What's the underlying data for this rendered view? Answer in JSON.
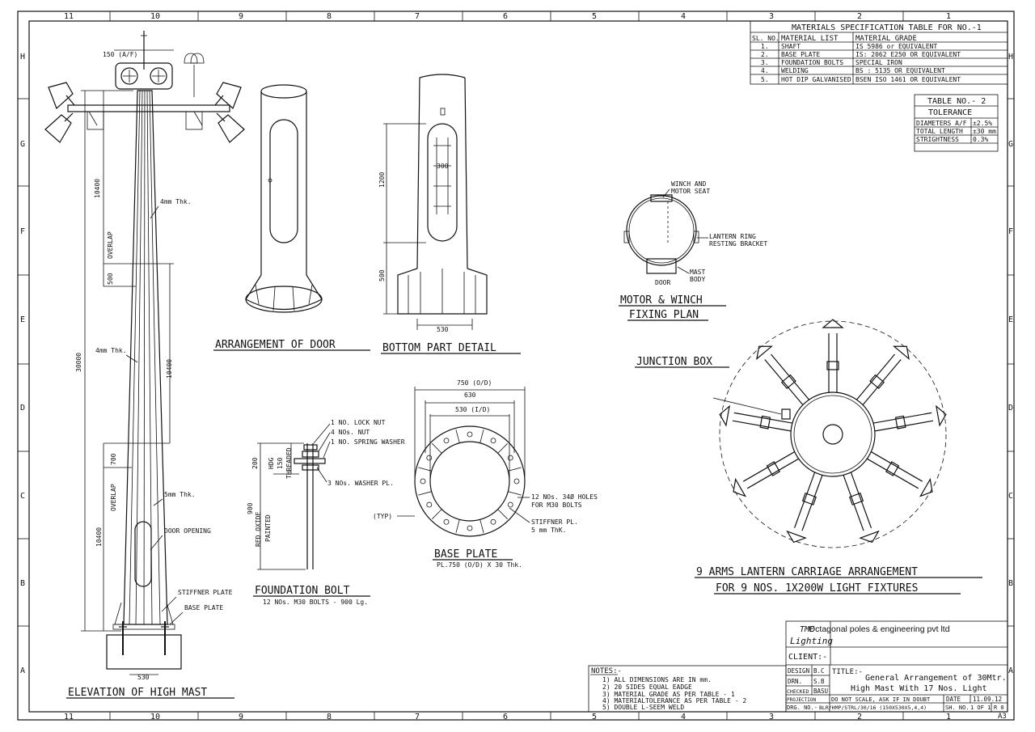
{
  "frame": {
    "columns": [
      "11",
      "10",
      "9",
      "8",
      "7",
      "6",
      "5",
      "4",
      "3",
      "2",
      "1"
    ],
    "rows": [
      "H",
      "G",
      "F",
      "E",
      "D",
      "C",
      "B",
      "A"
    ],
    "sheet_size": "A3"
  },
  "materials_table": {
    "title": "MATERIALS SPECIFICATION TABLE FOR NO.-1",
    "headers": [
      "SL. NO.",
      "MATERIAL LIST",
      "MATERIAL GRADE"
    ],
    "rows": [
      [
        "1.",
        "SHAFT",
        "IS 5986 or EQUIVALENT"
      ],
      [
        "2.",
        "BASE PLATE",
        "IS: 2062 E250 OR EQUIVALENT"
      ],
      [
        "3.",
        "FOUNDATION BOLTS",
        "SPECIAL IRON"
      ],
      [
        "4.",
        "WELDING",
        "BS : 5135 OR EQUIVALENT"
      ],
      [
        "5.",
        "HOT DIP GALVANISED",
        "BSEN ISO 1461 OR EQUIVALENT"
      ]
    ]
  },
  "tolerance_table": {
    "title": "TABLE NO.- 2",
    "subtitle": "TOLERANCE",
    "rows": [
      [
        "DIAMETERS A/F",
        "±2.5%"
      ],
      [
        "TOTAL LENGTH",
        "±30 mm"
      ],
      [
        "STRIGHTNESS",
        "0.3%"
      ]
    ]
  },
  "elevation": {
    "label": "ELEVATION OF HIGH MAST",
    "top_size": "150 (A/F)",
    "dims": [
      "10400",
      "OVERLAP",
      "500",
      "30000",
      "10400",
      "OVERLAP",
      "700",
      "10400",
      "530"
    ],
    "notes": [
      "4mm Thk.",
      "4mm Thk.",
      "5mm Thk.",
      "DOOR OPENING",
      "STIFFNER PLATE",
      "BASE PLATE"
    ]
  },
  "door": {
    "label": "ARRANGEMENT OF DOOR"
  },
  "bottom": {
    "label": "BOTTOM PART DETAIL",
    "dims": [
      "1200",
      "300",
      "500",
      "530"
    ]
  },
  "motor": {
    "label_1": "MOTOR & WINCH",
    "label_2": "FIXING PLAN",
    "notes": [
      "WINCH AND",
      "MOTOR SEAT",
      "LANTERN RING",
      "RESTING BRACKET",
      "MAST",
      "BODY",
      "DOOR"
    ]
  },
  "bolt": {
    "label": "FOUNDATION BOLT",
    "sublabel": "12 NOs. M30 BOLTS - 900 Lg.",
    "notes": [
      "1 NO. LOCK NUT",
      "4 NOs. NUT",
      "1 NO. SPRING WASHER",
      "3 NOs. WASHER PL."
    ],
    "dims": [
      "200",
      "HDG",
      "150",
      "THREADED",
      "900",
      "RED OXIDE",
      "PAINTED"
    ]
  },
  "base_plate": {
    "label": "BASE PLATE",
    "sublabel": "PL.750 (O/D) X 30 Thk.",
    "dims": [
      "750 (O/D)",
      "630",
      "530 (I/D)"
    ],
    "notes": [
      "12 NOs. 34Ø HOLES",
      "FOR M30 BOLTS",
      "STIFFNER PL.",
      "5 mm ThK.",
      "(TYP)"
    ]
  },
  "lantern": {
    "junction": "JUNCTION BOX",
    "label_1": "9 ARMS LANTERN CARRIAGE ARRANGEMENT",
    "label_2": "FOR 9 NOS. 1X200W LIGHT FIXTURES",
    "arms": 9
  },
  "notes": {
    "title": "NOTES:-",
    "items": [
      "1) ALL DIMENSIONS ARE IN mm.",
      "2) 20 SIDES EQUAL EADGE",
      "3) MATERIAL GRADE AS PER TABLE - 1",
      "4) MATERIALTOLERANCE AS PER TABLE - 2",
      "5) DOUBLE L-SEEM WELD"
    ]
  },
  "title_block": {
    "logo_1": "TME",
    "logo_2": "Lighting",
    "company": "Octagonal poles & engineering pvt ltd",
    "client": "CLIENT:-",
    "design": "DESIGN",
    "design_val": "B.C",
    "drn": "DRN.",
    "drn_val": "S.B",
    "checked": "CHECKED",
    "checked_val": "BASU",
    "projection": "PROJECTION",
    "title_label": "TITLE:-",
    "title_1": "General Arrangement of 30Mtr.",
    "title_2": "High Mast With 17 Nos. Light",
    "scale_note": "DO NOT SCALE, ASK IF IN DOUBT",
    "date_label": "DATE",
    "date": "11.09.12",
    "drg_label": "DRG. NO.-",
    "drg_no": "BLR/HMP/STRL/30/16 (150X530X5,4,4)",
    "sheet_label": "SH. NO.",
    "sheet": "1 OF 1",
    "rev": "R 0"
  }
}
